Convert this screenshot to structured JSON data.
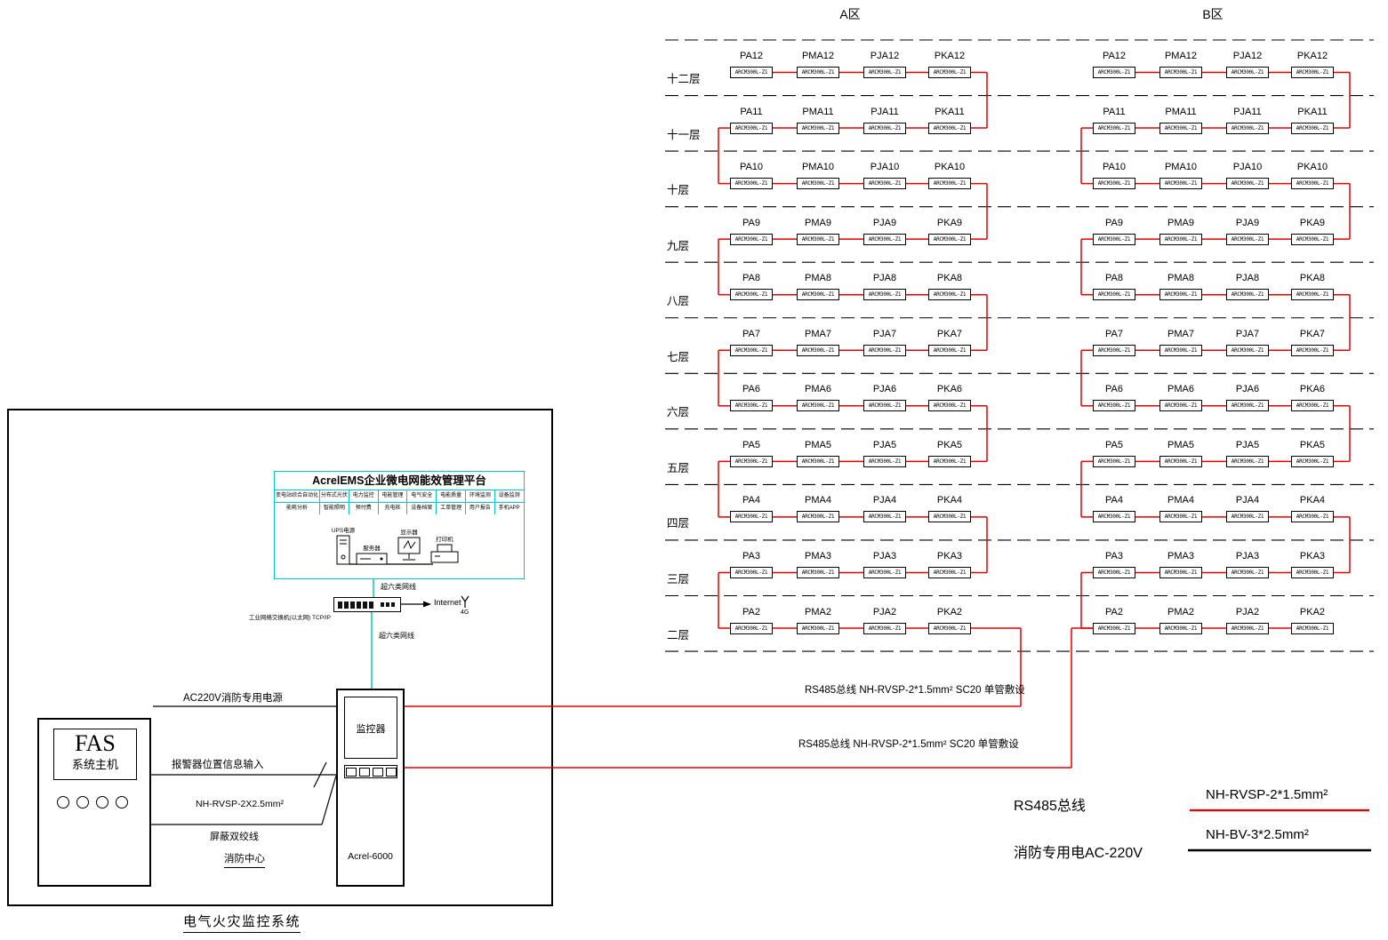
{
  "zones": [
    {
      "name": "A区"
    },
    {
      "name": "B区"
    }
  ],
  "floors": [
    {
      "label": "十二层",
      "devices": [
        "PA12",
        "PMA12",
        "PJA12",
        "PKA12"
      ]
    },
    {
      "label": "十一层",
      "devices": [
        "PA11",
        "PMA11",
        "PJA11",
        "PKA11"
      ]
    },
    {
      "label": "十层",
      "devices": [
        "PA10",
        "PMA10",
        "PJA10",
        "PKA10"
      ]
    },
    {
      "label": "九层",
      "devices": [
        "PA9",
        "PMA9",
        "PJA9",
        "PKA9"
      ]
    },
    {
      "label": "八层",
      "devices": [
        "PA8",
        "PMA8",
        "PJA8",
        "PKA8"
      ]
    },
    {
      "label": "七层",
      "devices": [
        "PA7",
        "PMA7",
        "PJA7",
        "PKA7"
      ]
    },
    {
      "label": "六层",
      "devices": [
        "PA6",
        "PMA6",
        "PJA6",
        "PKA6"
      ]
    },
    {
      "label": "五层",
      "devices": [
        "PA5",
        "PMA5",
        "PJA5",
        "PKA5"
      ]
    },
    {
      "label": "四层",
      "devices": [
        "PA4",
        "PMA4",
        "PJA4",
        "PKA4"
      ]
    },
    {
      "label": "三层",
      "devices": [
        "PA3",
        "PMA3",
        "PJA3",
        "PKA3"
      ]
    },
    {
      "label": "二层",
      "devices": [
        "PA2",
        "PMA2",
        "PJA2",
        "PKA2"
      ]
    }
  ],
  "device_model": "ARCM300L-Z1",
  "bus_labels": [
    "RS485总线 NH-RVSP-2*1.5mm² SC20 单管敷设",
    "RS485总线 NH-RVSP-2*1.5mm² SC20 单管敷设"
  ],
  "legend": {
    "rs485": "RS485总线",
    "fire_power": "消防专用电AC-220V",
    "red_wire": "NH-RVSP-2*1.5mm²",
    "black_wire": "NH-BV-3*2.5mm²"
  },
  "left_panel": {
    "title": "电气火灾监控系统",
    "fas": {
      "line1": "FAS",
      "line2": "系统主机"
    },
    "platform": {
      "title": "AcrelEMS企业微电网能效管理平台",
      "features_row1": [
        "变电站综合自动化",
        "分布式光伏",
        "电力监控",
        "电能管理",
        "电气安全",
        "电能质量",
        "环境监测",
        "设备监测"
      ],
      "features_row2": [
        "能耗分析",
        "智能照明",
        "预付费",
        "充电桩",
        "设备档案",
        "工单管理",
        "用户报告",
        "手机APP"
      ]
    },
    "devices": {
      "ups": "UPS电源",
      "server": "服务器",
      "monitor": "显示器",
      "printer": "打印机"
    },
    "switch_label": "工业网络交换机(以太网) TCP/IP",
    "internet_label": "Internet",
    "g4_label": "4G",
    "cat6_label_1": "超六类网线",
    "cat6_label_2": "超六类网线",
    "ac_power_label": "AC220V消防专用电源",
    "alarm_input_label": "报警器位置信息输入",
    "cable_label": "NH-RVSP-2X2.5mm²",
    "shield_label": "屏蔽双绞线",
    "fire_center_label": "消防中心",
    "monitor_label": "监控器",
    "monitor_model": "Acrel-6000"
  },
  "colors": {
    "wire_red": "#e60000",
    "network_cyan": "#00c8c8"
  }
}
